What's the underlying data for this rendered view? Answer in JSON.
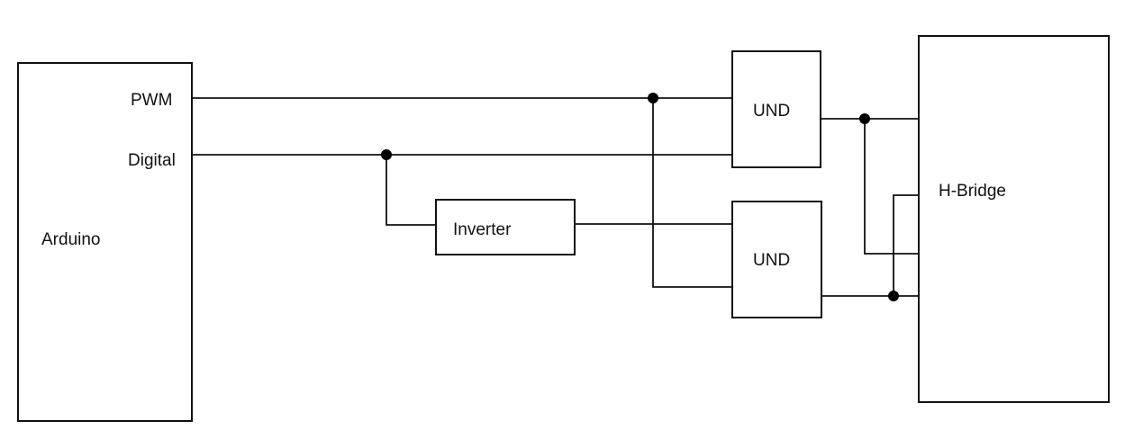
{
  "blocks": {
    "arduino": "Arduino",
    "inverter": "Inverter",
    "und_top": "UND",
    "und_bottom": "UND",
    "hbridge": "H-Bridge"
  },
  "pins": {
    "pwm": "PWM",
    "digital": "Digital"
  },
  "colors": {
    "line": "#111111",
    "background": "#ffffff"
  }
}
